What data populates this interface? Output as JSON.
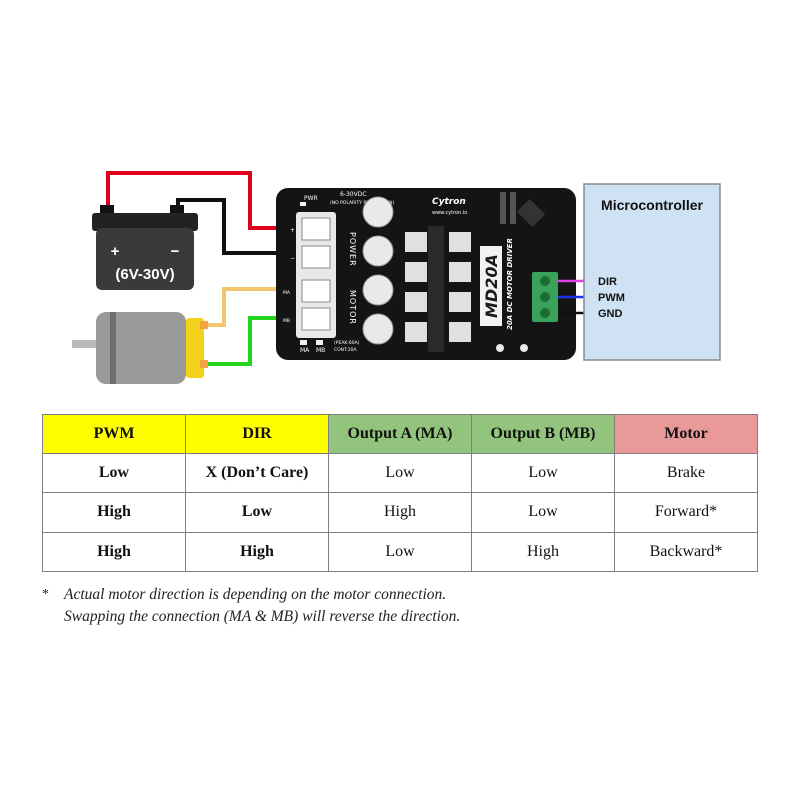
{
  "diagram": {
    "battery": {
      "plus": "+",
      "minus": "−",
      "label": "(6V-30V)"
    },
    "board": {
      "pwr_label": "PWR",
      "voltage_label": "6-30VDC",
      "protection_label": "(NO POLARITY PROTECTION)",
      "brand": "Cytron",
      "website": "www.cytron.io",
      "model": "MD20A",
      "subtitle": "20A DC MOTOR DRIVER",
      "power_label": "POWER",
      "motor_label": "MOTOR",
      "peak_label": "(PEAK:60A)",
      "cont_label": "CONT:20A",
      "ma_label": "MA",
      "mb_label": "MB",
      "terminal_labels": [
        "+",
        "−",
        "MA",
        "MB"
      ]
    },
    "microcontroller": {
      "title": "Microcontroller",
      "pins": [
        "DIR",
        "PWM",
        "GND"
      ]
    },
    "wire_colors": {
      "battery_positive": "#e0001b",
      "battery_negative": "#111111",
      "motor_a": "#f4c46a",
      "motor_b": "#22d41c",
      "dir": "#e040e0",
      "pwm": "#1a32e8",
      "gnd": "#111111"
    }
  },
  "truth_table": {
    "headers": [
      "PWM",
      "DIR",
      "Output A (MA)",
      "Output B (MB)",
      "Motor"
    ],
    "header_colors": [
      "#ffff00",
      "#ffff00",
      "#93c47d",
      "#93c47d",
      "#ea9999"
    ],
    "rows": [
      [
        "Low",
        "X (Don’t Care)",
        "Low",
        "Low",
        "Brake"
      ],
      [
        "High",
        "Low",
        "High",
        "Low",
        "Forward*"
      ],
      [
        "High",
        "High",
        "Low",
        "High",
        "Backward*"
      ]
    ]
  },
  "footnote": {
    "marker": "*",
    "lines": [
      "Actual motor direction is depending on the motor connection.",
      "Swapping the connection (MA & MB) will reverse the direction."
    ]
  }
}
